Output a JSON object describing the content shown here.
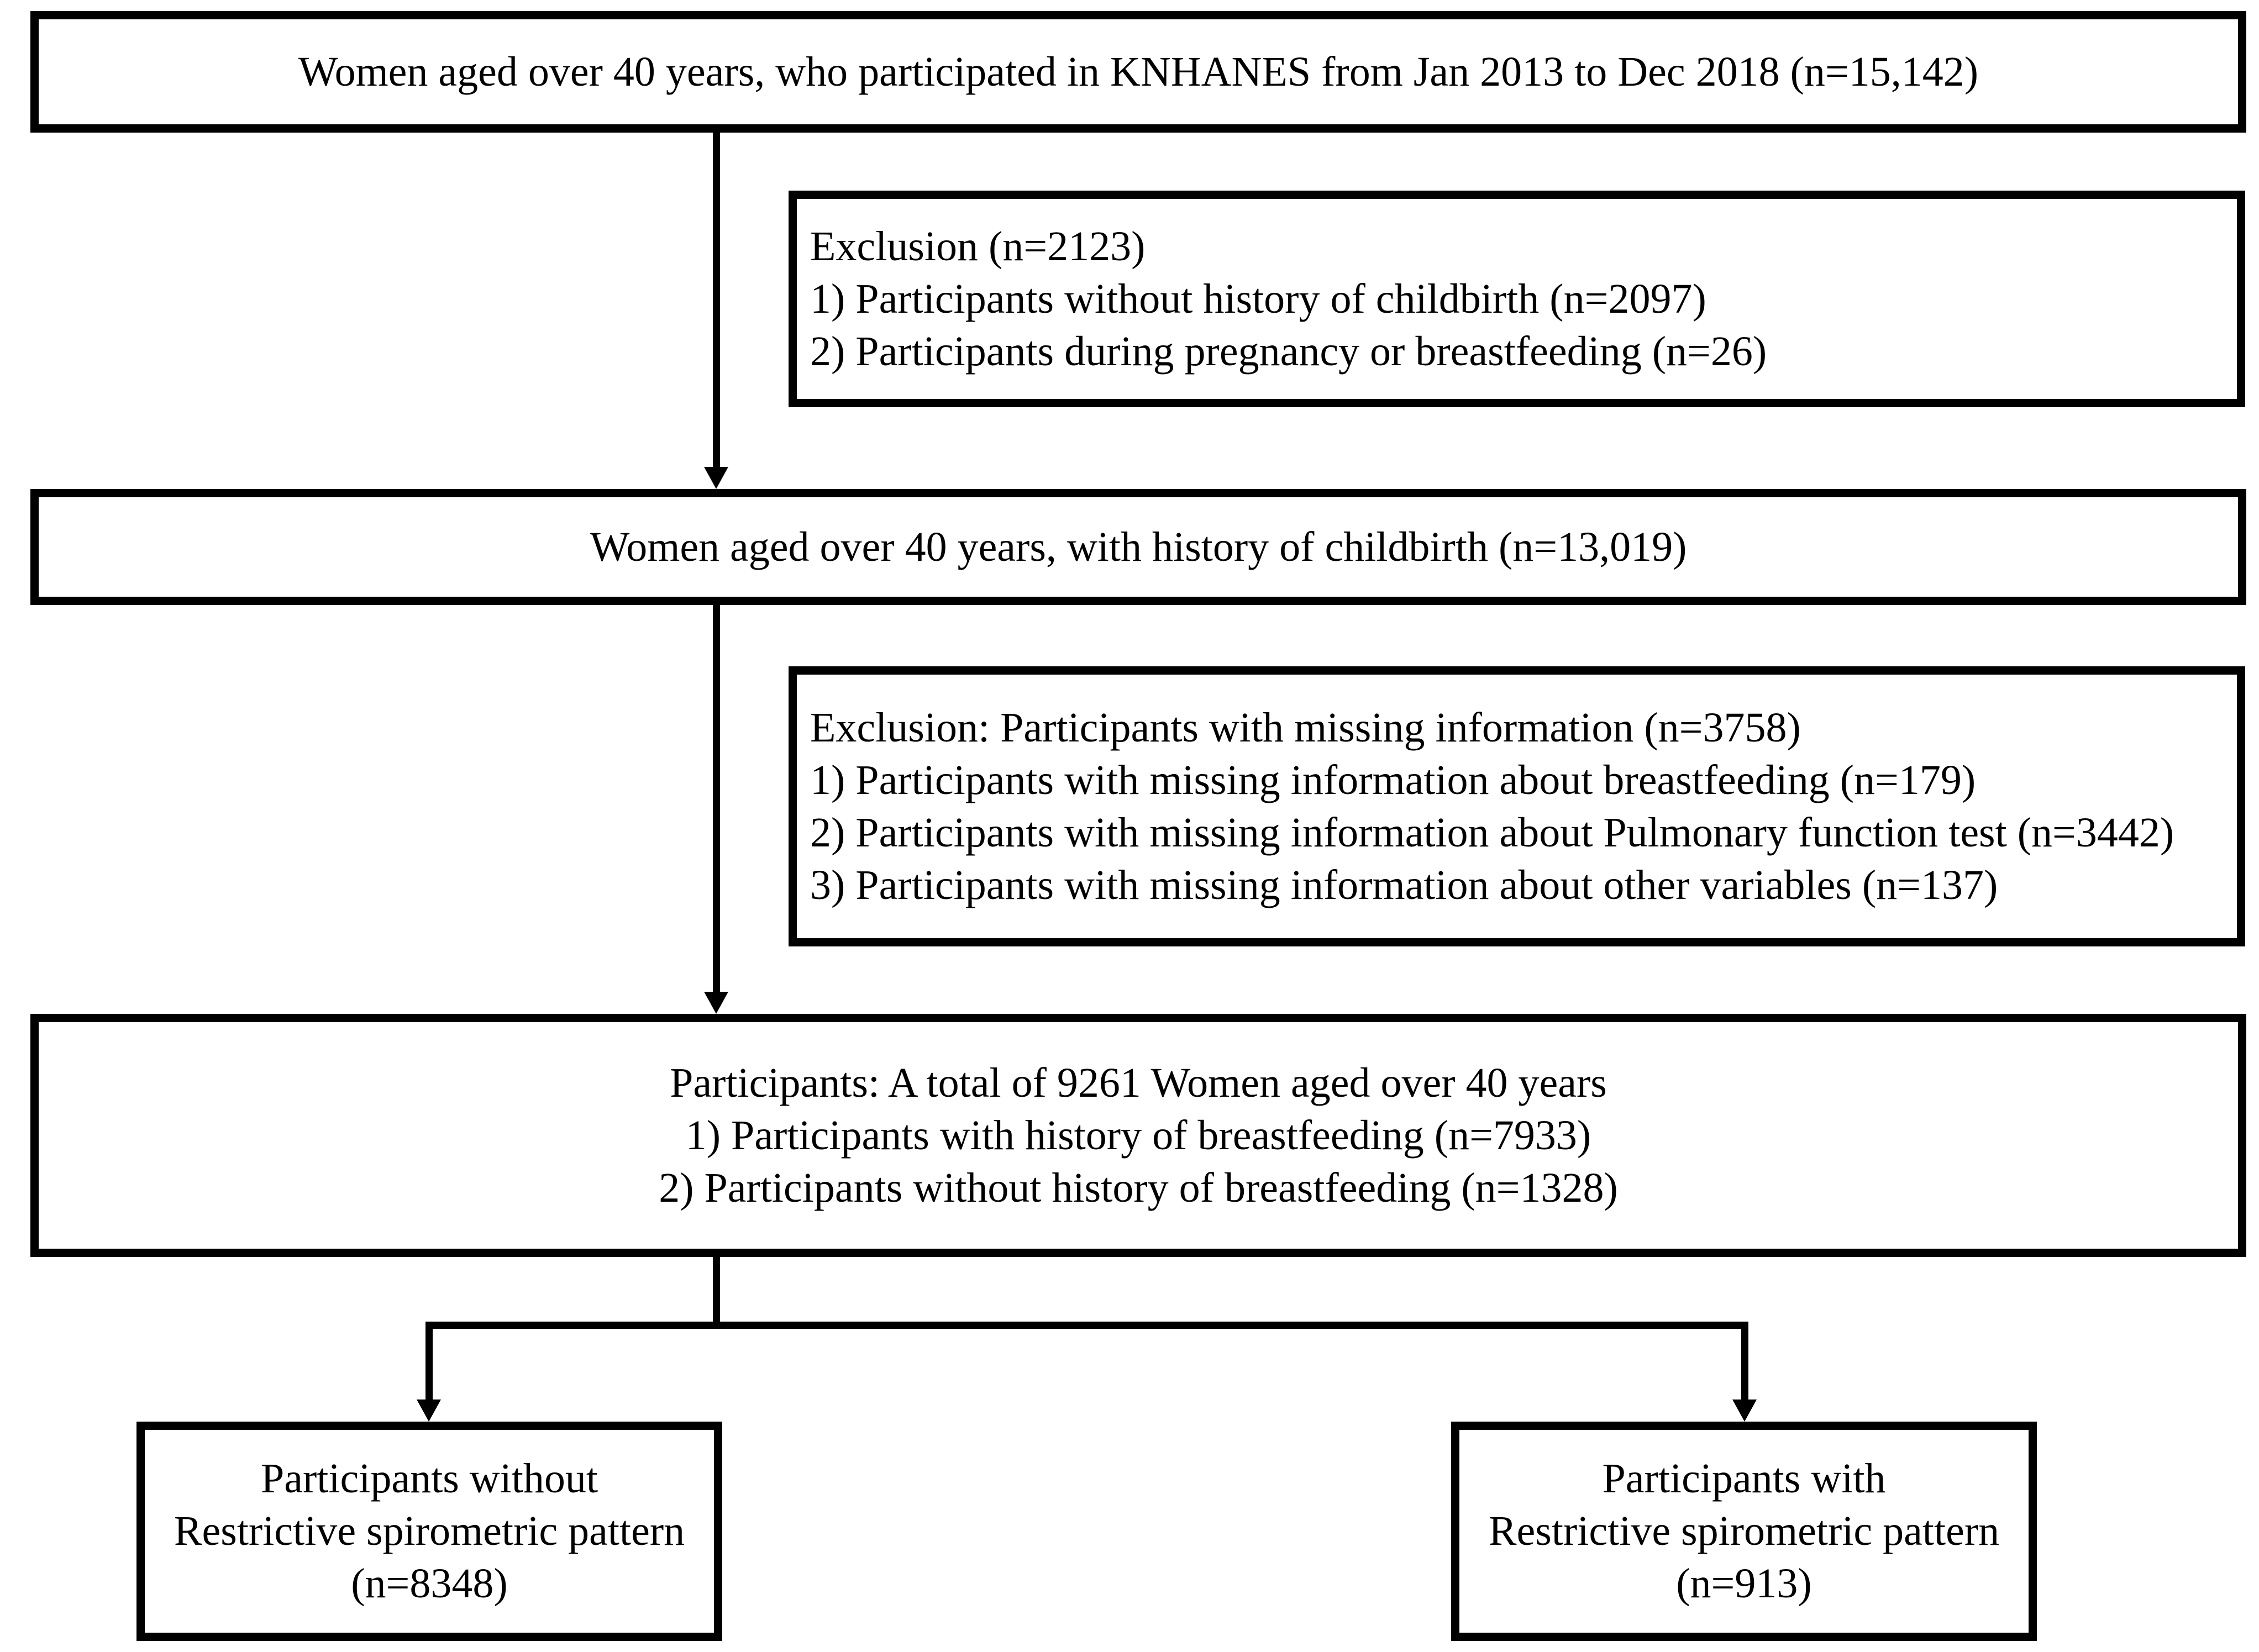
{
  "flow": {
    "box_knhanes": {
      "text": "Women aged over 40 years, who participated in KNHANES from Jan 2013 to Dec 2018 (n=15,142)"
    },
    "box_exclusion1": {
      "lines": [
        "Exclusion (n=2123)",
        "1) Participants without history of childbirth (n=2097)",
        "2) Participants during pregnancy or breastfeeding (n=26)"
      ]
    },
    "box_childbirth": {
      "text": "Women aged over 40 years, with history of childbirth (n=13,019)"
    },
    "box_exclusion2": {
      "lines": [
        "Exclusion: Participants with missing information (n=3758)",
        "1) Participants with missing information about breastfeeding (n=179)",
        "2) Participants with missing information about Pulmonary function test (n=3442)",
        "3) Participants with missing information about other variables (n=137)"
      ]
    },
    "box_participants": {
      "lines": [
        "Participants: A total of 9261 Women aged over 40 years",
        "1) Participants with history of breastfeeding (n=7933)",
        "2) Participants without history of breastfeeding (n=1328)"
      ]
    },
    "box_without_rsp": {
      "lines": [
        "Participants without",
        "Restrictive spirometric pattern",
        "(n=8348)"
      ]
    },
    "box_with_rsp": {
      "lines": [
        "Participants with",
        "Restrictive spirometric pattern",
        "(n=913)"
      ]
    },
    "colors": {
      "ink": "#000000",
      "background": "#ffffff"
    }
  }
}
